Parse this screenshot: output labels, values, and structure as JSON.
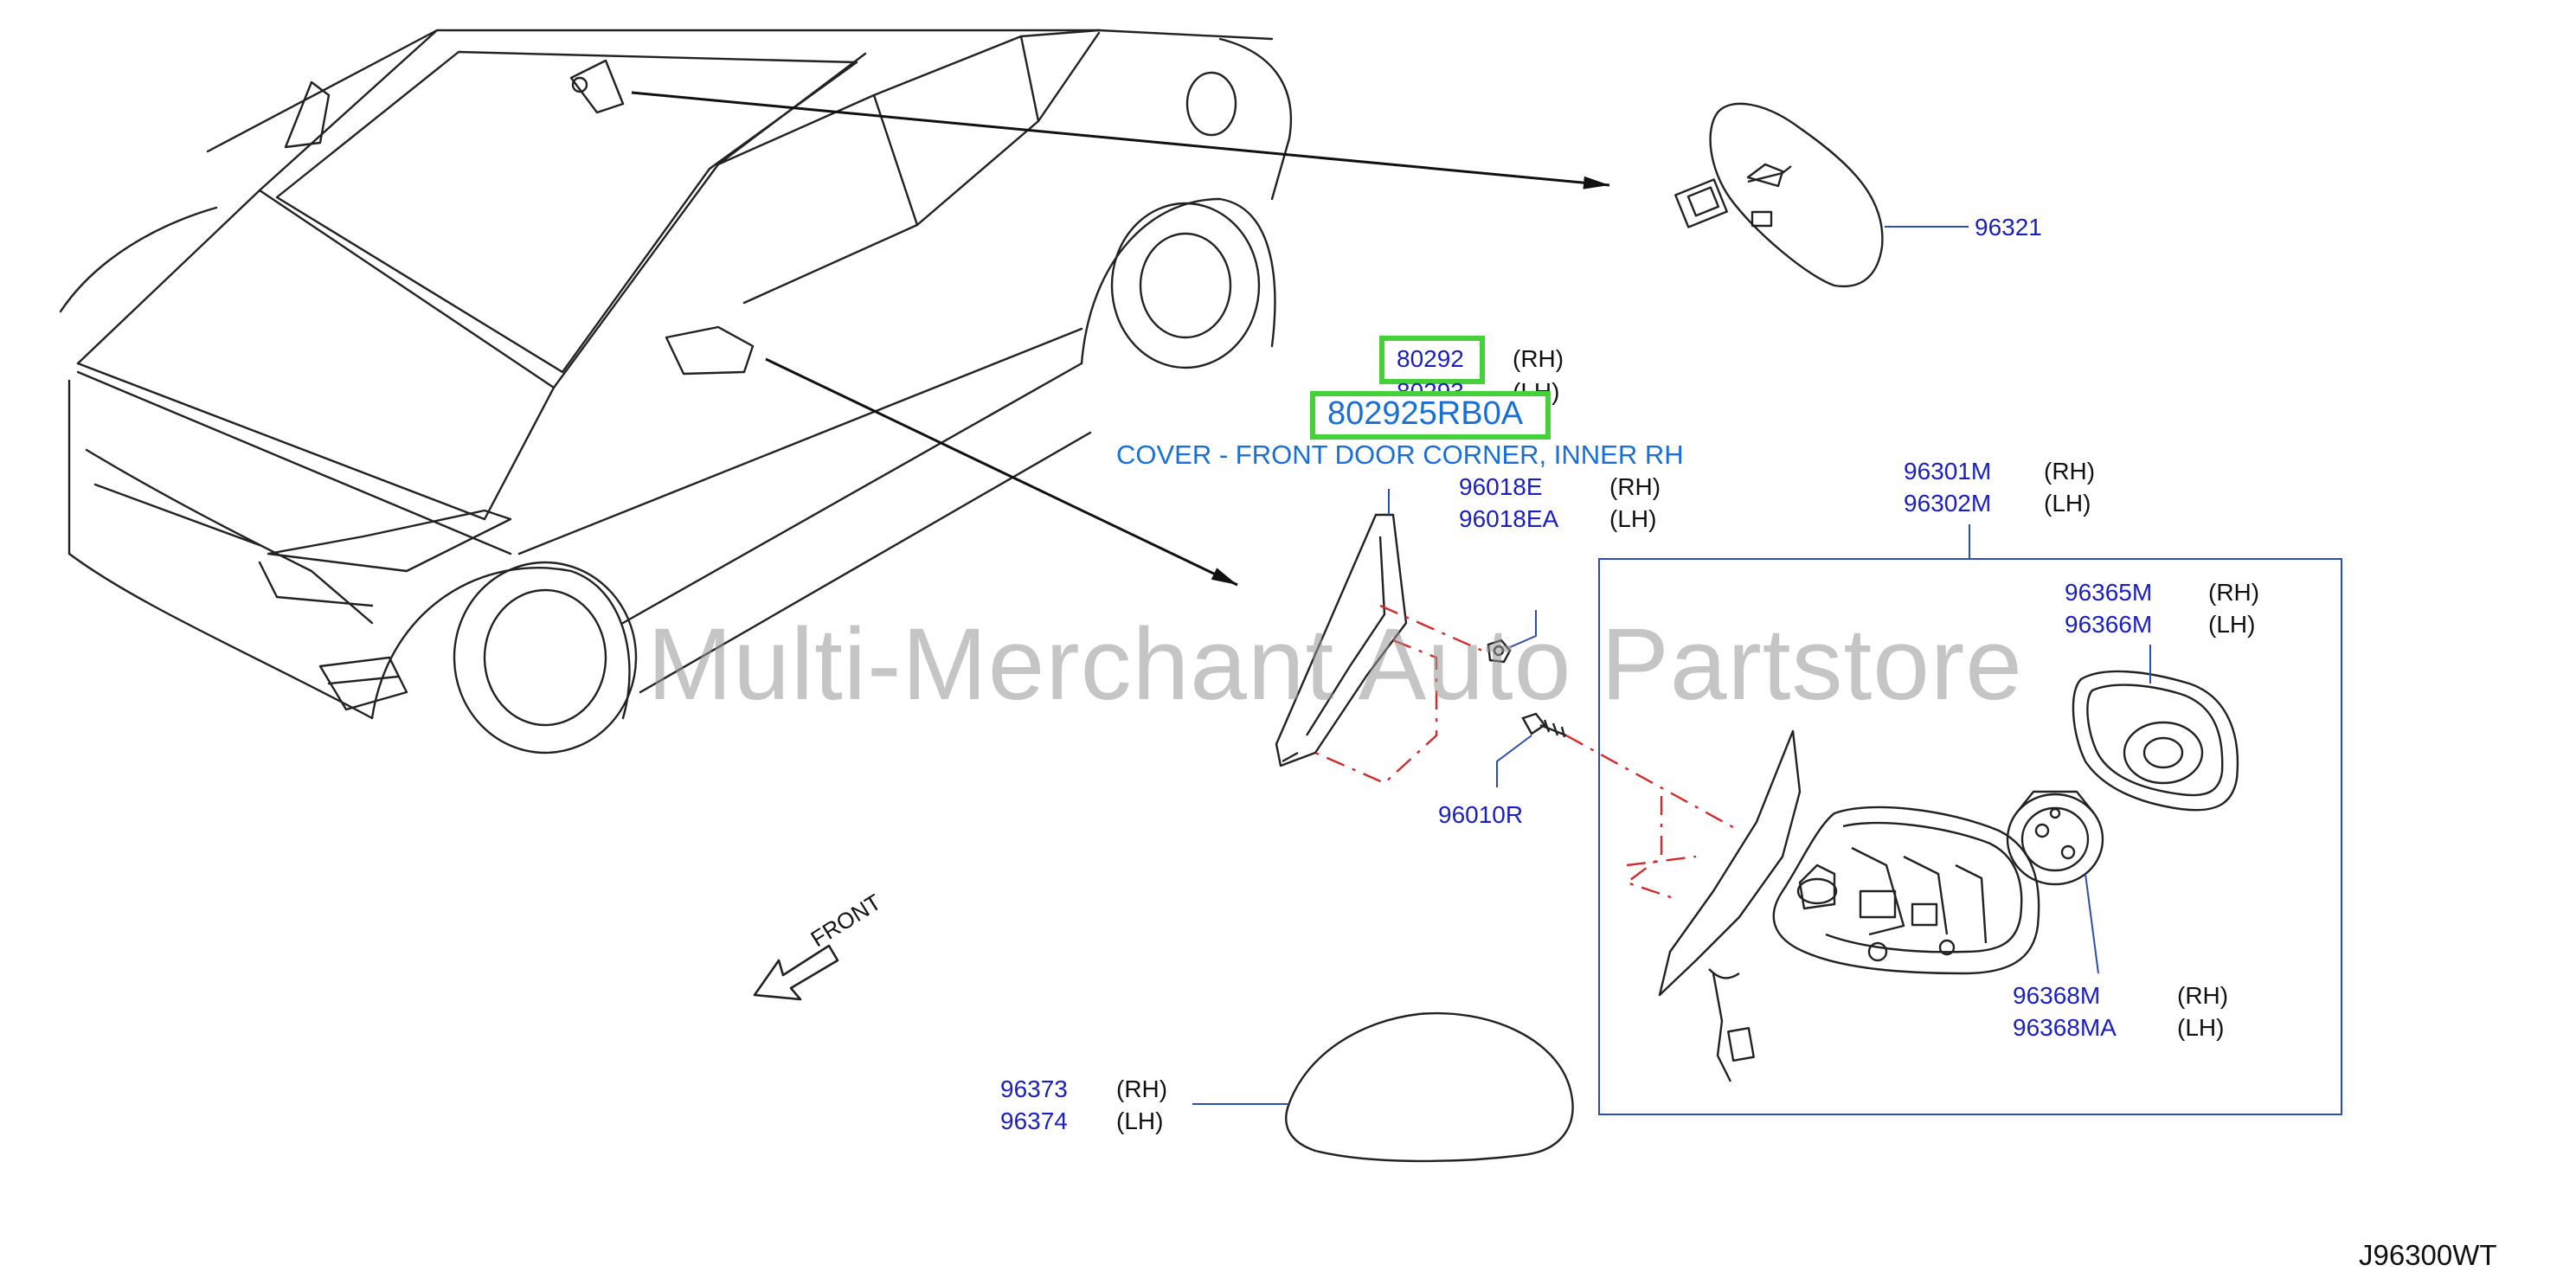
{
  "watermark": "Multi-Merchant Auto Partstore",
  "drawing_code": "J96300WT",
  "front_label": "FRONT",
  "selected_part": {
    "part_number": "802925RB0A",
    "description": "COVER - FRONT DOOR CORNER, INNER RH"
  },
  "callouts": {
    "p96321": "96321",
    "p80292": "80292",
    "p80292_side": "(RH)",
    "p80293": "80293",
    "p80293_side": "(LH)",
    "p96018E": "96018E",
    "p96018E_side": "(RH)",
    "p96018EA": "96018EA",
    "p96018EA_side": "(LH)",
    "p96010R": "96010R",
    "p96301M": "96301M",
    "p96301M_side": "(RH)",
    "p96302M": "96302M",
    "p96302M_side": "(LH)",
    "p96365M": "96365M",
    "p96365M_side": "(RH)",
    "p96366M": "96366M",
    "p96366M_side": "(LH)",
    "p96368M": "96368M",
    "p96368M_side": "(RH)",
    "p96368MA": "96368MA",
    "p96368MA_side": "(LH)",
    "p96373": "96373",
    "p96373_side": "(RH)",
    "p96374": "96374",
    "p96374_side": "(LH)"
  },
  "colors": {
    "part_number": "#1a1fbf",
    "highlight": "#44d13a",
    "selected_text": "#1a6fd6",
    "dash_line": "#d42a2a",
    "leader": "#2a4fb0"
  }
}
